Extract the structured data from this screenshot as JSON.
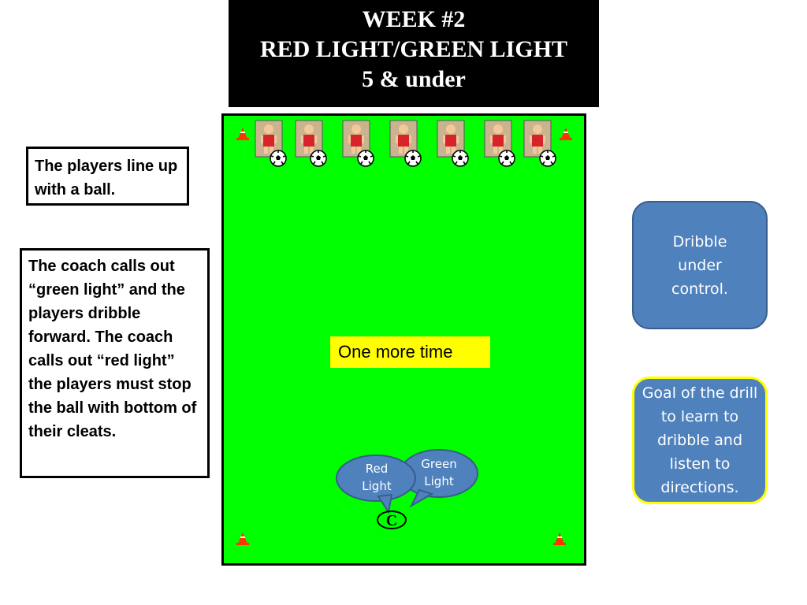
{
  "title": {
    "line1": "WEEK #2",
    "line2": "RED LIGHT/GREEN LIGHT",
    "line3": "5 & under"
  },
  "notes": {
    "lineup": "The players line up with a ball.",
    "instructions": "The coach calls out “green light” and the players dribble forward.  The coach calls out “red light” the players must stop the ball with bottom of their cleats."
  },
  "tips": {
    "dribble": "Dribble under control.",
    "goal": "Goal of the drill to learn to dribble and listen to directions."
  },
  "field_label": "One more time",
  "bubbles": {
    "red": "Red Light",
    "green": "Green Light"
  },
  "coach_marker": "C",
  "players": [
    "player-1",
    "player-2",
    "player-3",
    "player-4",
    "player-5",
    "player-6",
    "player-7"
  ],
  "colors": {
    "field": "#00ff00",
    "tip_box": "#4f81bd",
    "highlight": "#ffff00",
    "cone": "#ff3300"
  }
}
